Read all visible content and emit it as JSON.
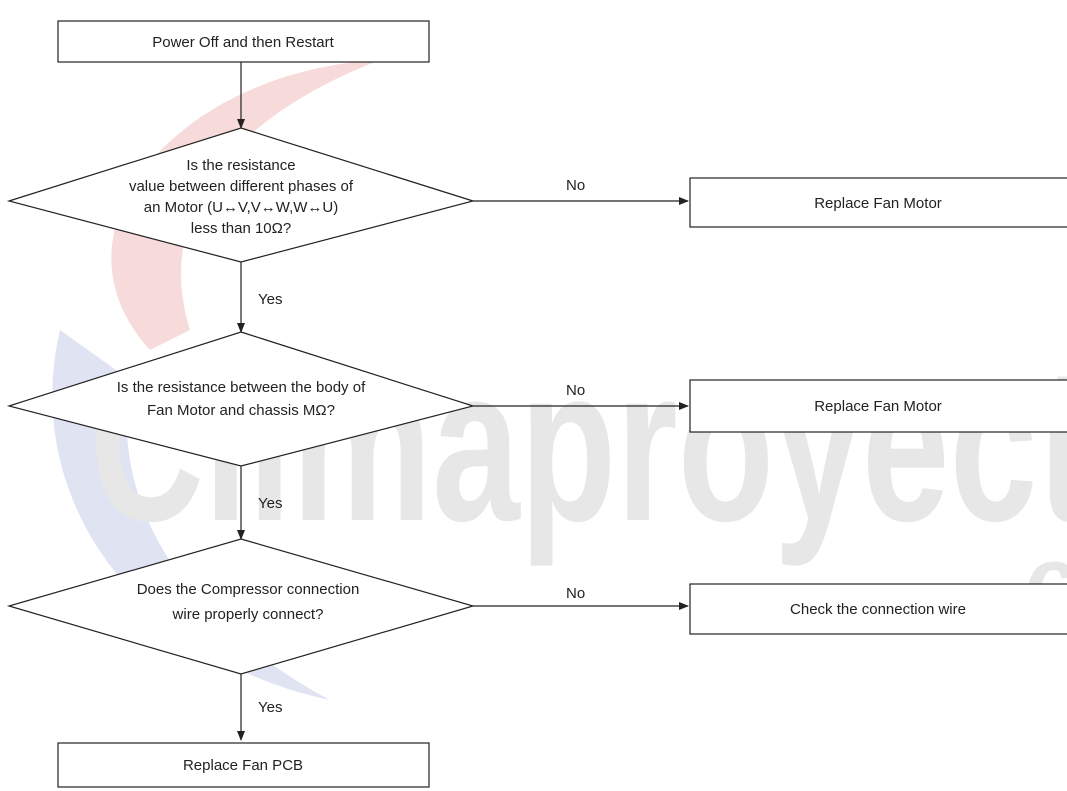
{
  "watermark": {
    "text": "Climaproyect",
    "suffix": ".c",
    "colors": {
      "red": "#e8888a",
      "blue": "#9aa6d6",
      "gray": "#d4d4d4"
    }
  },
  "nodes": {
    "start": {
      "text": "Power Off and then Restart"
    },
    "q_phase_resistance": {
      "lines": [
        "Is the resistance",
        "value between different phases of",
        "an Motor (U↔V,V↔W,W↔U)",
        "less than 10Ω?"
      ]
    },
    "replace_fan_motor_1": {
      "text": "Replace Fan Motor"
    },
    "q_body_resistance": {
      "lines": [
        "Is the resistance between the body of",
        "Fan Motor and chassis MΩ?"
      ]
    },
    "replace_fan_motor_2": {
      "text": "Replace Fan Motor"
    },
    "q_compressor_wire": {
      "lines": [
        "Does the Compressor connection",
        "wire properly connect?"
      ]
    },
    "check_connection_wire": {
      "text": "Check the connection wire"
    },
    "replace_fan_pcb": {
      "text": "Replace Fan PCB"
    }
  },
  "edge_labels": {
    "no_1": "No",
    "yes_1": "Yes",
    "no_2": "No",
    "yes_2": "Yes",
    "no_3": "No",
    "yes_3": "Yes"
  },
  "colors": {
    "line": "#222222",
    "box_fill": "#ffffff"
  }
}
